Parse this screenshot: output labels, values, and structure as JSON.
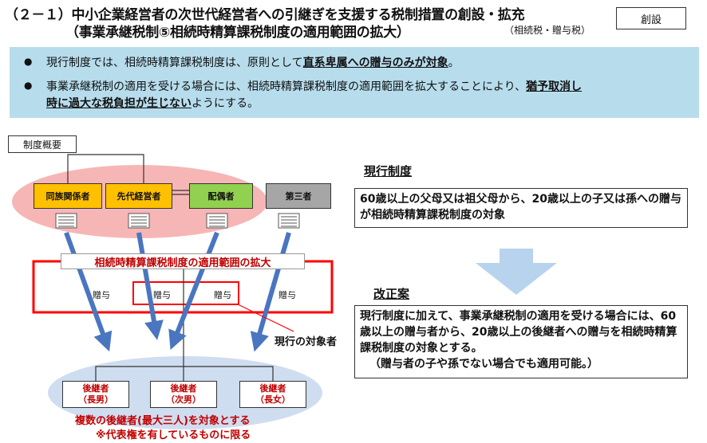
{
  "header": {
    "title_line1": "（２－１）中小企業経営者の次世代経営者への引継ぎを支援する税制措置の創設・拡充",
    "title_line2": "（事業承継税制⑤相続時精算課税制度の適用範囲の拡大）",
    "title_sub": "（相続税・贈与税）",
    "badge": "創設"
  },
  "summary": {
    "bullet1_pre": "現行制度では、相続時精算課税制度は、原則として",
    "bullet1_hl": "直系卑属への贈与のみが対象",
    "bullet1_post": "。",
    "bullet2_pre": "事業承継税制の適用を受ける場合には、相続時精算課税制度の適用範囲を拡大することにより、",
    "bullet2_hl1": "猶予取消し",
    "bullet2_hl2": "時に過大な税負担が生じない",
    "bullet2_post": "ようにする。"
  },
  "diagram": {
    "label": "制度概要",
    "givers": [
      "同族関係者",
      "先代経営者",
      "配偶者",
      "第三者"
    ],
    "colors": {
      "yellow": "#ffc000",
      "green": "#92d050",
      "gray": "#a6a6a6",
      "red": "#ff0000",
      "arrow": "#4a76c0",
      "pink": "#f7b6b6",
      "oval_blue": "#cfddf0"
    },
    "expansion_title": "相続時精算課税制度の適用範囲の拡大",
    "gift_labels": [
      "贈与",
      "贈与",
      "贈与",
      "贈与"
    ],
    "current_target_label": "現行の対象者",
    "successors": [
      {
        "role": "後継者",
        "relation": "（長男）"
      },
      {
        "role": "後継者",
        "relation": "（次男）"
      },
      {
        "role": "後継者",
        "relation": "（長女）"
      }
    ],
    "note1": "複数の後継者(最大三人)を対象とする",
    "note2": "※代表権を有しているものに限る"
  },
  "current": {
    "heading": "現行制度",
    "text": "60歳以上の父母又は祖父母から、20歳以上の子又は孫への贈与が相続時精算課税制度の対象"
  },
  "proposal": {
    "heading": "改正案",
    "text": "現行制度に加えて、事業承継税制の適用を受ける場合には、60歳以上の贈与者から、20歳以上の後継者への贈与を相続時精算課税制度の対象とする。",
    "note": "（贈与者の子や孫でない場合でも適用可能。）"
  }
}
